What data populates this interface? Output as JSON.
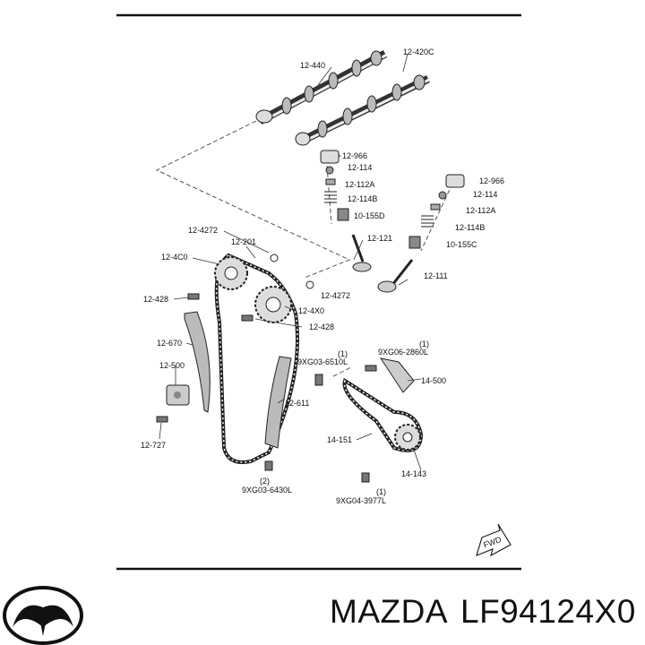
{
  "diagram": {
    "part_labels": {
      "l12_440": "12-440",
      "l12_420c": "12-420C",
      "l12_966a": "12-966",
      "l12_114a": "12-114",
      "l12_112aa": "12-112A",
      "l12_114ba": "12-114B",
      "l10_155d": "10-155D",
      "l12_121": "12-121",
      "l12_966b": "12-966",
      "l12_114b": "12-114",
      "l12_112ab": "12-112A",
      "l12_114bb": "12-114B",
      "l10_155c": "10-155C",
      "l12_111": "12-111",
      "l12_4272a": "12-4272",
      "l12_201": "12-201",
      "l12_4c0": "12-4C0",
      "l12_428a": "12-428",
      "l12_4272b": "12-4272",
      "l12_4x0": "12-4X0",
      "l12_428b": "12-428",
      "l12_670": "12-670",
      "l12_500": "12-500",
      "l12_727": "12-727",
      "l9xg03_6510l": "9XG03-6510L",
      "l9xg03_6510l_qty": "(1)",
      "l9xg06_2860l": "9XG06-2860L",
      "l9xg06_2860l_qty": "(1)",
      "l14_500": "14-500",
      "l12_611": "12-611",
      "l14_151": "14-151",
      "l14_143": "14-143",
      "l9xg03_6430l": "9XG03-6430L",
      "l9xg03_6430l_qty": "(2)",
      "l9xg04_3977l": "9XG04-3977L",
      "l9xg04_3977l_qty": "(1)",
      "fwd": "FWD"
    }
  },
  "footer": {
    "brand": "MAZDA",
    "part_number": "LF94124X0",
    "logo_icon": "mazda-logo-icon"
  }
}
